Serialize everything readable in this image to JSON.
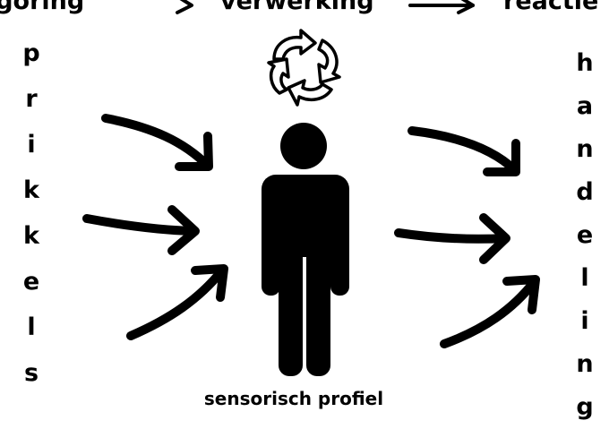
{
  "flow": {
    "left_label": "ngoring",
    "middle_label": "verwerking",
    "right_label": "reactie"
  },
  "left_word": {
    "letters": [
      "p",
      "r",
      "i",
      "k",
      "k",
      "e",
      "l",
      "s"
    ]
  },
  "right_word": {
    "letters": [
      "h",
      "a",
      "n",
      "d",
      "e",
      "l",
      "i",
      "n",
      "g"
    ]
  },
  "caption": "sensorisch profiel",
  "icons": {
    "recycle": "recycle-arrows-icon",
    "person": "person-silhouette-icon",
    "arrow": "curved-arrow-icon"
  },
  "colors": {
    "ink": "#000000",
    "background": "#ffffff"
  }
}
